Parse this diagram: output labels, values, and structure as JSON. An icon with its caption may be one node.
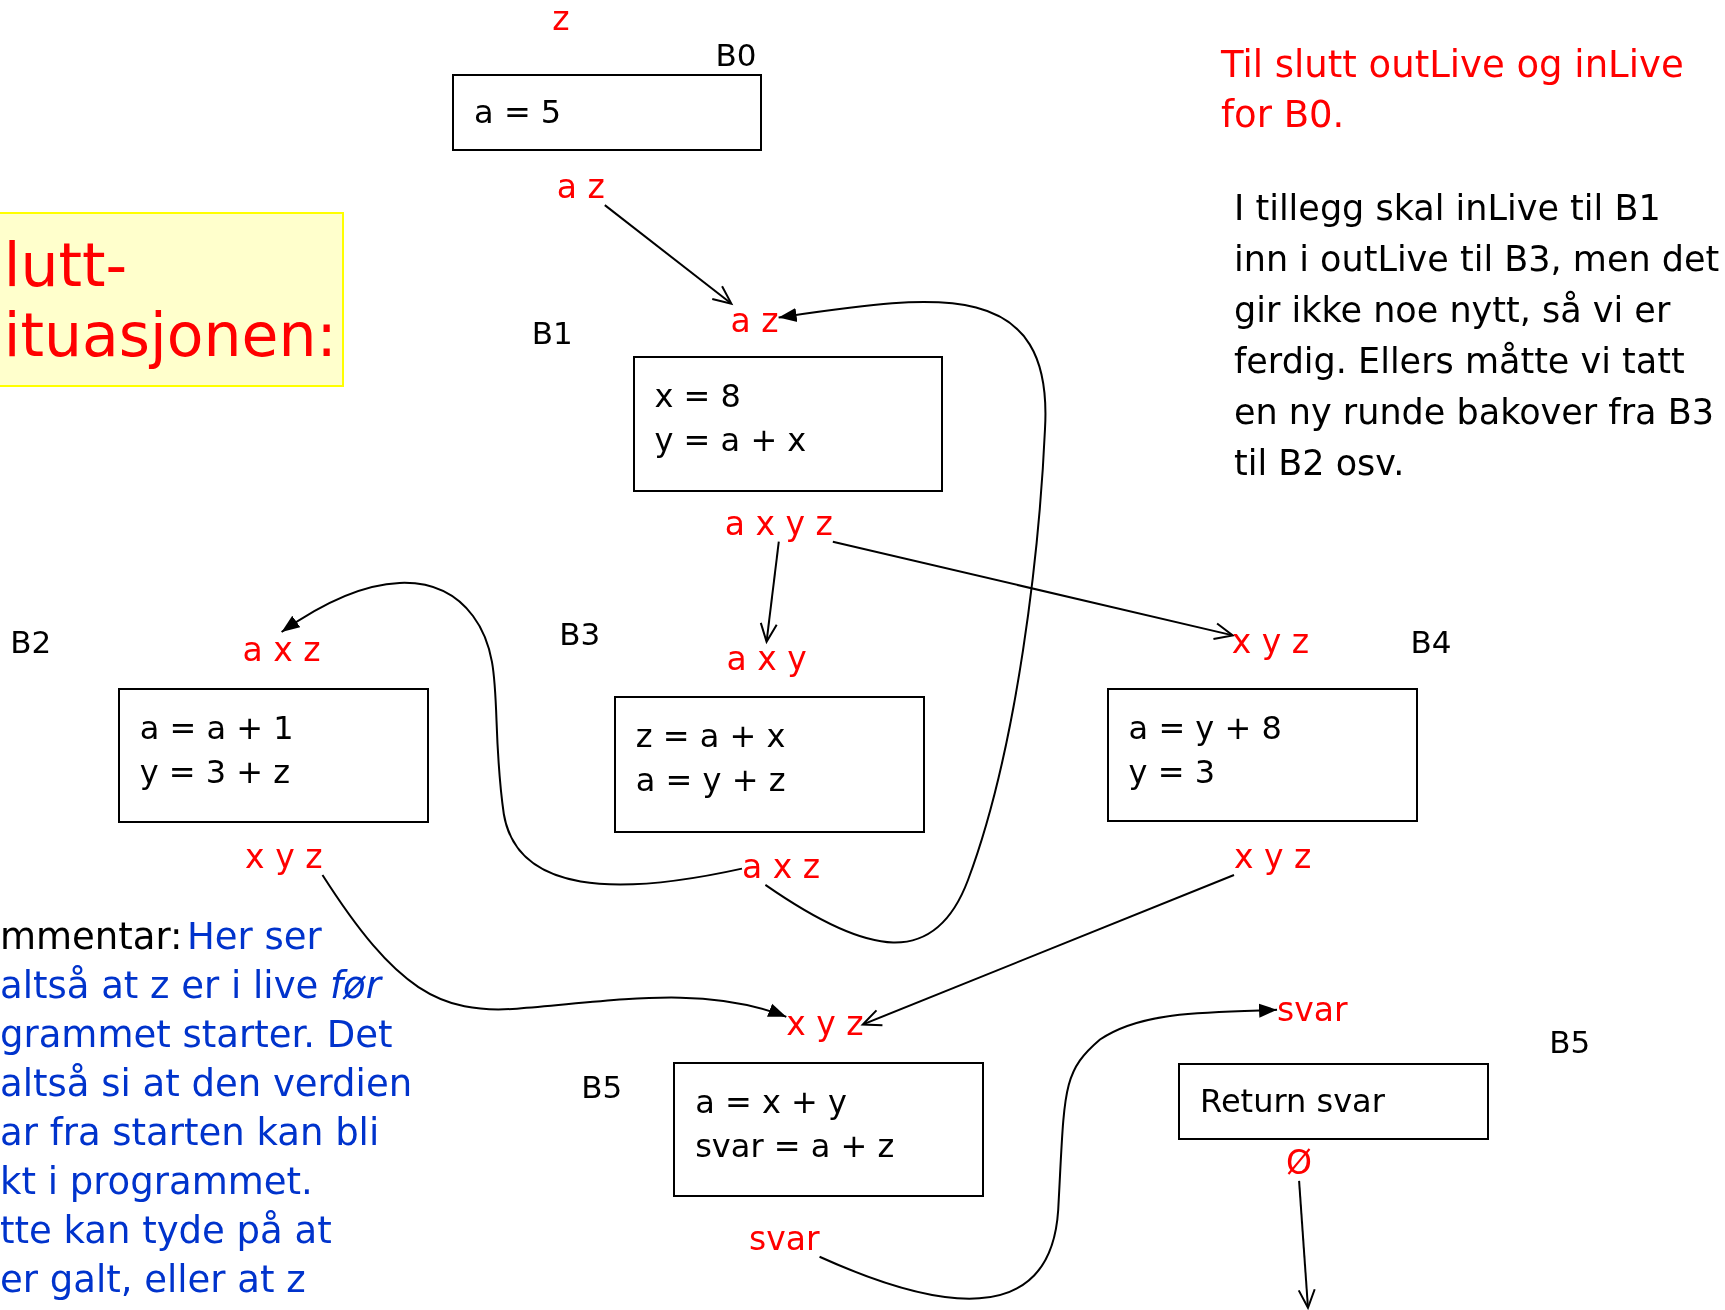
{
  "diagram": {
    "nodes": [
      {
        "text": [
          "z"
        ]
      },
      {
        "text": [
          "a = 5"
        ],
        "beside": [
          "B0"
        ]
      },
      {
        "text": [
          "a z"
        ]
      },
      {
        "text": [
          "a z"
        ]
      },
      {
        "text": [
          "x = 8",
          "y = a + x"
        ],
        "beside": [
          "B1"
        ]
      },
      {
        "text": [
          "a x y z"
        ]
      },
      {
        "text": [
          "a x z"
        ]
      },
      {
        "text": [
          "a = a + 1",
          "y = 3 + z"
        ],
        "beside": [
          "B2"
        ]
      },
      {
        "text": [
          "x y z"
        ]
      },
      {
        "text": [
          "a x y"
        ]
      },
      {
        "text": [
          "z = a + x",
          "a = y + z"
        ],
        "beside": [
          "B3"
        ]
      },
      {
        "text": [
          "a x z"
        ]
      },
      {
        "text": [
          "x y z"
        ]
      },
      {
        "text": [
          "a = y + 8",
          "y = 3"
        ],
        "beside": [
          "B4"
        ]
      },
      {
        "text": [
          "x y z"
        ]
      },
      {
        "text": [
          "x y z"
        ]
      },
      {
        "text": [
          "a = x + y",
          "svar = a + z"
        ],
        "beside": [
          "B5"
        ]
      },
      {
        "text": [
          "svar"
        ]
      },
      {
        "text": [
          "svar"
        ]
      },
      {
        "text": [
          "Return svar"
        ],
        "beside": [
          "B5"
        ]
      },
      {
        "text": [
          "Ø"
        ]
      },
      {
        "text": [
          "lutt- ituasjonen:"
        ]
      }
    ],
    "edges": [
      {
        "from": 2,
        "to": 3,
        "arrow": "to"
      },
      {
        "from": 5,
        "to": 9,
        "arrow": "to"
      },
      {
        "from": 5,
        "to": 12,
        "arrow": "to"
      },
      {
        "from": 11,
        "to": 6,
        "arrow": "to"
      },
      {
        "from": 11,
        "to": 3,
        "arrow": "to"
      },
      {
        "from": 8,
        "to": 15,
        "arrow": "to"
      },
      {
        "from": 14,
        "to": 15,
        "arrow": "to"
      },
      {
        "from": 17,
        "to": 18,
        "arrow": "to"
      },
      {
        "from": 20,
        "to": null,
        "arrow": "to"
      }
    ],
    "labels": [
      "Til slutt outLive og inLive for B0.",
      "I tillegg skal inLive til B1 inn i outLive til B3, men det gir ikke noe nytt, så vi er ferdig. Ellers måtte vi tatt en ny runde bakover fra B3 til B2 osv.",
      "mmentar:",
      "Her ser",
      "altså at z er i live *før*",
      "grammet starter. Det",
      "altså si at den verdien",
      "ar fra starten kan bli",
      "kt i programmet.",
      "tte kan tyde på at",
      "er galt, eller at z"
    ]
  }
}
